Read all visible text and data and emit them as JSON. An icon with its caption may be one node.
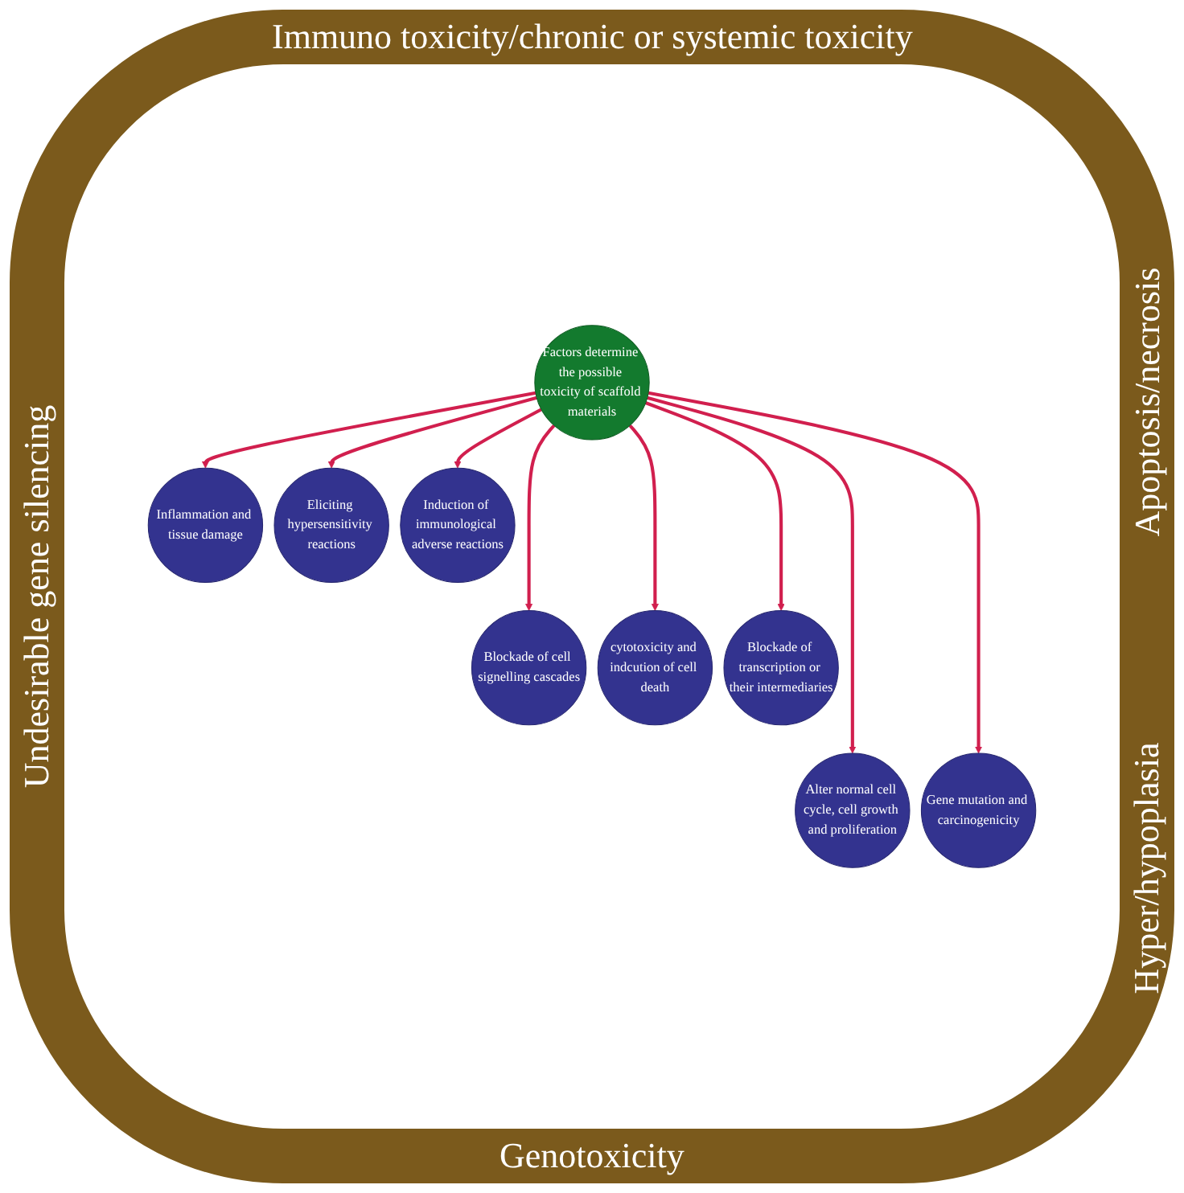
{
  "diagram": {
    "nodes": [
      {
        "text": [
          "Factors determine the possible toxicity of scaffold materials"
        ]
      },
      {
        "text": [
          "Inflammation and tissue damage"
        ]
      },
      {
        "text": [
          "Eliciting hypersensitivity reactions"
        ]
      },
      {
        "text": [
          "Induction of immunological adverse reactions"
        ]
      },
      {
        "text": [
          "Blockade of cell signelling cascades"
        ]
      },
      {
        "text": [
          "cytotoxicity and indcution of cell death"
        ]
      },
      {
        "text": [
          "Blockade of transcription or their intermediaries"
        ]
      },
      {
        "text": [
          "Alter normal cell cycle, cell growth and proliferation"
        ]
      },
      {
        "text": [
          "Gene mutation and carcinogenicity"
        ]
      }
    ],
    "edges": [
      {
        "from": 0,
        "to": 1,
        "arrow": "to"
      },
      {
        "from": 0,
        "to": 2,
        "arrow": "to"
      },
      {
        "from": 0,
        "to": 3,
        "arrow": "to"
      },
      {
        "from": 0,
        "to": 4,
        "arrow": "to"
      },
      {
        "from": 0,
        "to": 5,
        "arrow": "to"
      },
      {
        "from": 0,
        "to": 6,
        "arrow": "to"
      },
      {
        "from": 0,
        "to": 7,
        "arrow": "to"
      },
      {
        "from": 0,
        "to": 8,
        "arrow": "to"
      }
    ],
    "labels": [
      "Immuno toxicity/chronic or systemic toxicity",
      "Undesirable gene silencing",
      "Apoptosis/necrosis",
      "Hyper/hypoplasia",
      "Genotoxicity"
    ]
  }
}
